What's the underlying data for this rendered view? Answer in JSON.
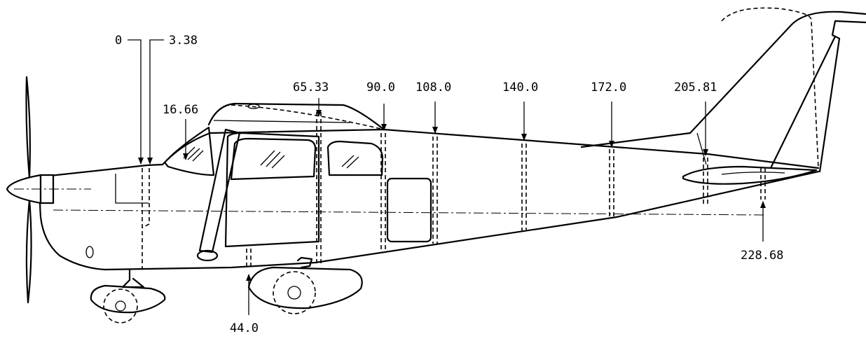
{
  "stations": [
    {
      "id": "st-0",
      "label": "0"
    },
    {
      "id": "st-3-38",
      "label": "3.38"
    },
    {
      "id": "st-16-66",
      "label": "16.66"
    },
    {
      "id": "st-44-0",
      "label": "44.0"
    },
    {
      "id": "st-65-33",
      "label": "65.33"
    },
    {
      "id": "st-90-0",
      "label": "90.0"
    },
    {
      "id": "st-108-0",
      "label": "108.0"
    },
    {
      "id": "st-140-0",
      "label": "140.0"
    },
    {
      "id": "st-172-0",
      "label": "172.0"
    },
    {
      "id": "st-205-81",
      "label": "205.81"
    },
    {
      "id": "st-228-68",
      "label": "228.68"
    }
  ],
  "colors": {
    "ink": "#000000",
    "paper": "#ffffff"
  }
}
